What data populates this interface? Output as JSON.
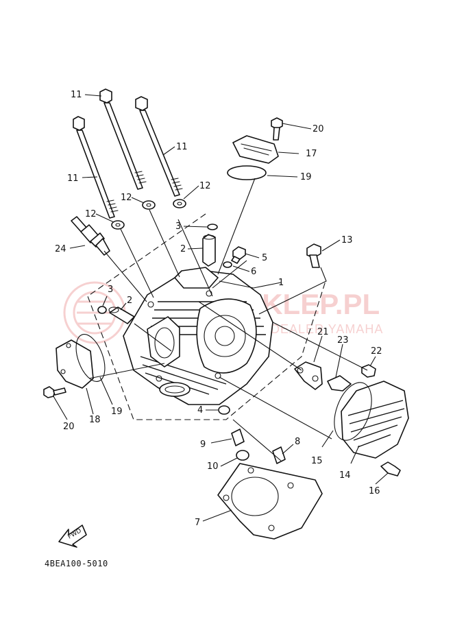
{
  "watermark": {
    "text": "MOTO-SKLEP.PL",
    "subtext": "DEALER YAMAHA",
    "color": "#e05a5a"
  },
  "diagram_code": "4BEA100-5010",
  "fwd_label": "FWD",
  "callouts": {
    "c11a": "11",
    "c11b": "11",
    "c11c": "11",
    "c12a": "12",
    "c12b": "12",
    "c12c": "12",
    "c24": "24",
    "c3a": "3",
    "c2a": "2",
    "c3b": "3",
    "c2b": "2",
    "c5": "5",
    "c6": "6",
    "c1": "1",
    "c13": "13",
    "c20a": "20",
    "c17": "17",
    "c19a": "19",
    "c21": "21",
    "c23": "23",
    "c22": "22",
    "c15": "15",
    "c14": "14",
    "c16": "16",
    "c4": "4",
    "c9": "9",
    "c10": "10",
    "c8": "8",
    "c7": "7",
    "c18": "18",
    "c19b": "19",
    "c20b": "20"
  }
}
